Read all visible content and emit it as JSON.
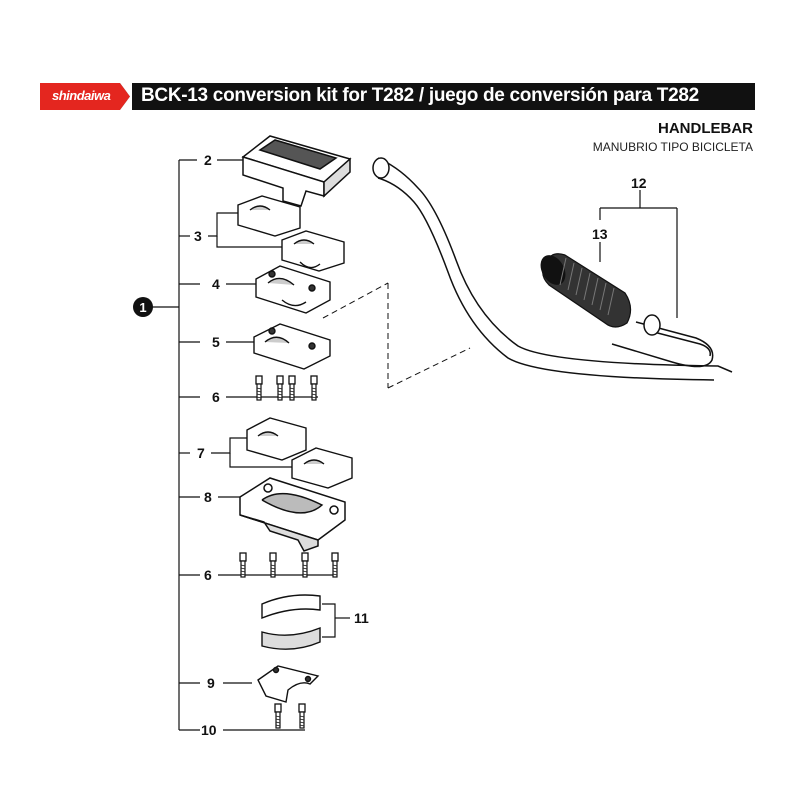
{
  "header": {
    "logo_text": "shindaiwa",
    "title": "BCK-13 conversion kit for T282 / juego de conversión para T282",
    "accent_color": "#e4261f",
    "bar_color": "#111111"
  },
  "section": {
    "title": "HANDLEBAR",
    "subtitle": "MANUBRIO TIPO BICICLETA"
  },
  "callouts": {
    "assembly": "1",
    "c2": "2",
    "c3": "3",
    "c4": "4",
    "c5": "5",
    "c6a": "6",
    "c7": "7",
    "c8": "8",
    "c6b": "6",
    "c11": "11",
    "c9": "9",
    "c10": "10",
    "c12": "12",
    "c13": "13"
  }
}
